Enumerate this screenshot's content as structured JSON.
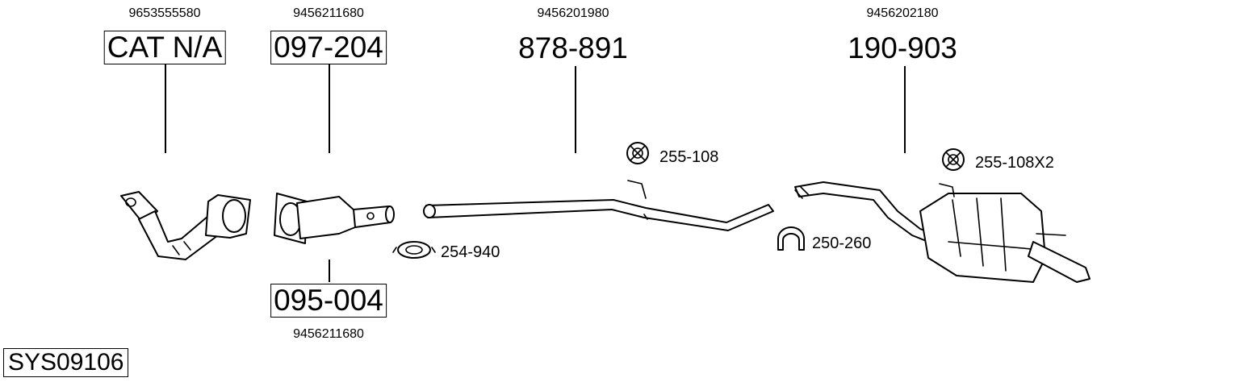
{
  "system_code": "SYS09106",
  "parts": [
    {
      "id": "cat",
      "oem": "9653555580",
      "part": "CAT N/A"
    },
    {
      "id": "front",
      "oem": "9456211680",
      "part": "097-204"
    },
    {
      "id": "front_lower",
      "oem": "9456211680",
      "part": "095-004"
    },
    {
      "id": "middle",
      "oem": "9456201980",
      "part": "878-891"
    },
    {
      "id": "rear",
      "oem": "9456202180",
      "part": "190-903"
    }
  ],
  "fittings": [
    {
      "id": "mount1",
      "label": "255-108"
    },
    {
      "id": "clamp1",
      "label": "254-940"
    },
    {
      "id": "clamp2",
      "label": "250-260"
    },
    {
      "id": "mount2",
      "label": "255-108X2"
    }
  ]
}
